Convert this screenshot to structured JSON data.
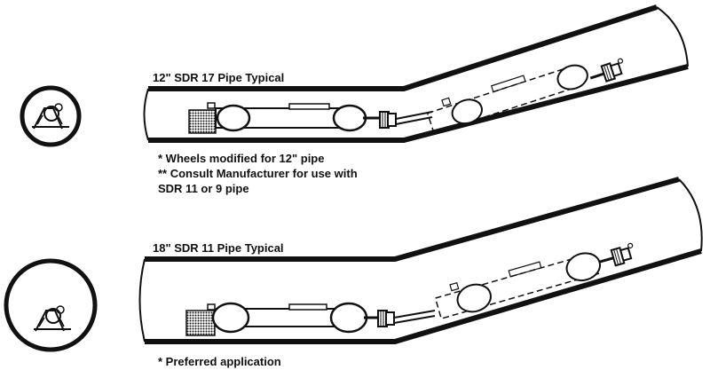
{
  "top_section": {
    "title": "12\" SDR 17 Pipe Typical",
    "notes": [
      "* Wheels modified for 12\" pipe",
      "** Consult Manufacturer for use with",
      "SDR 11 or 9 pipe"
    ]
  },
  "bottom_section": {
    "title": "18\" SDR 11 Pipe Typical",
    "notes": [
      "* Preferred application"
    ]
  },
  "colors": {
    "line": "#111111",
    "background": "#ffffff"
  }
}
